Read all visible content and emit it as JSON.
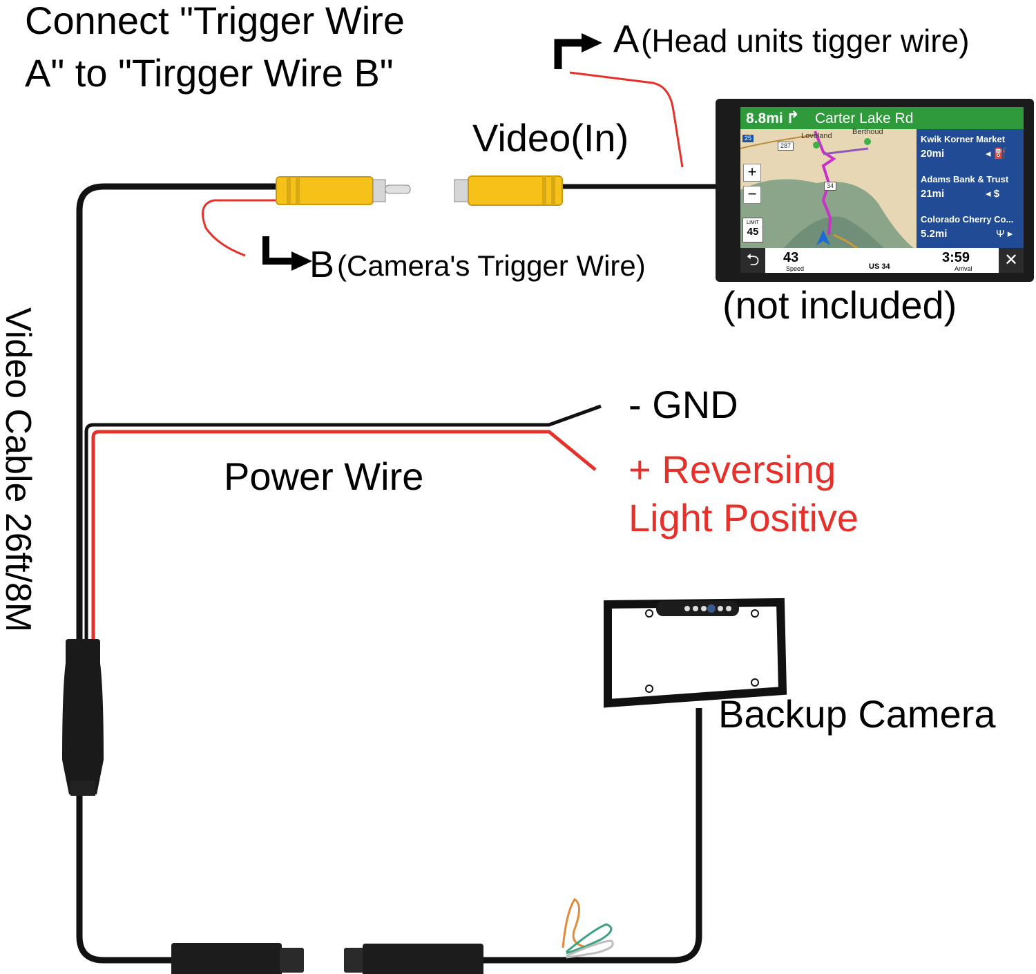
{
  "labels": {
    "connect_line1": "Connect \"Trigger Wire",
    "connect_line2": "A\" to \"Tirgger Wire B\"",
    "a_letter": "A",
    "a_desc": "(Head units tigger wire)",
    "video_in": "Video(In)",
    "b_letter": "B",
    "b_desc": "(Camera's Trigger Wire)",
    "not_included": "(not included)",
    "gnd": "-  GND",
    "reversing_line1": "+ Reversing",
    "reversing_line2": "Light  Positive",
    "power_wire": "Power Wire",
    "video_cable": "Video Cable 26ft/8M",
    "backup_camera": "Backup Camera"
  },
  "gps": {
    "distance": "8.8mi",
    "street": "Carter Lake Rd",
    "town1": "Loveland",
    "town2": "Berthoud",
    "poi1_name": "Kwik Korner Market",
    "poi1_dist": "20mi",
    "poi2_name": "Adams Bank & Trust",
    "poi2_dist": "21mi",
    "poi3_name": "Colorado Cherry Co...",
    "poi3_dist": "5.2mi",
    "limit_label": "LIMIT",
    "limit_value": "45",
    "speed_value": "43",
    "speed_label": "Speed",
    "road": "US 34",
    "arrival_time": "3:59",
    "arrival_label": "Arrival",
    "shield1": "25",
    "shield2": "287",
    "shield3": "34"
  },
  "colors": {
    "wire_black": "#111111",
    "wire_red": "#e8302b",
    "rca_yellow": "#f6c21a",
    "text_red": "#e8302b",
    "gps_green": "#2e9a3c",
    "gps_blue": "#214b95"
  }
}
